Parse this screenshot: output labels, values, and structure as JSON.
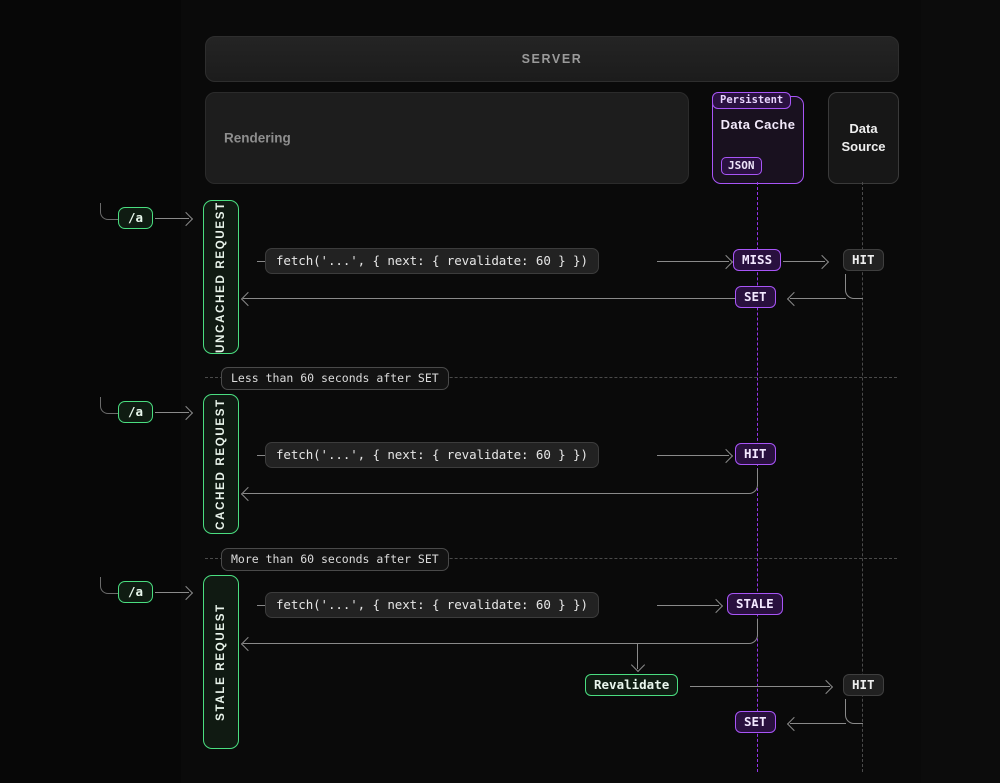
{
  "diagram": {
    "title": "SERVER",
    "server_label": "SERVER",
    "rendering_label": "Rendering",
    "data_cache": {
      "title": "Data Cache",
      "persistent_badge": "Persistent",
      "json_badge": "JSON"
    },
    "data_source": {
      "line1": "Data",
      "line2": "Source"
    },
    "code_snippet": "fetch('...', { next: { revalidate: 60 } })",
    "route": "/a",
    "separators": [
      {
        "label": "Less than 60 seconds after SET"
      },
      {
        "label": "More than 60 seconds after SET"
      }
    ],
    "rows": [
      {
        "name": "uncached-request",
        "bar_label": "UNCACHED REQUEST",
        "code": "fetch('...', { next: { revalidate: 60 } })",
        "cache_badge": "MISS",
        "source_badge": "HIT",
        "return_badge": "SET"
      },
      {
        "name": "cached-request",
        "bar_label": "CACHED REQUEST",
        "code": "fetch('...', { next: { revalidate: 60 } })",
        "cache_badge": "HIT"
      },
      {
        "name": "stale-request",
        "bar_label": "STALE REQUEST",
        "code": "fetch('...', { next: { revalidate: 60 } })",
        "cache_badge": "STALE",
        "revalidate_badge": "Revalidate",
        "source_badge": "HIT",
        "return_badge": "SET"
      }
    ],
    "colors": {
      "background": "#0a0a0a",
      "green_accent": "#4ade80",
      "purple_accent": "#a855f7",
      "line": "#8a8a8a",
      "dashed_gray": "#4a4a4a"
    }
  }
}
